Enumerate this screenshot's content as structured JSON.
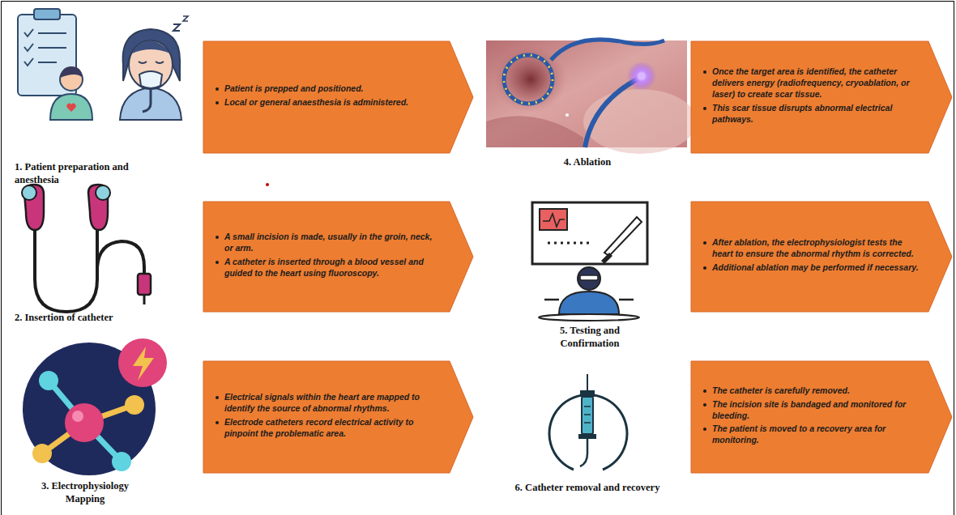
{
  "diagram": {
    "nodes": [
      {
        "text": [
          "Patient is prepped and positioned.",
          "Local or general anaesthesia is administered."
        ]
      },
      {
        "text": [
          "A small incision is made, usually in the groin, neck, or arm.",
          "A catheter is inserted through a blood vessel and guided to the heart using fluoroscopy."
        ]
      },
      {
        "text": [
          "Electrical signals within the heart are mapped to identify the source of abnormal rhythms.",
          "Electrode catheters record electrical activity to pinpoint the problematic area."
        ]
      },
      {
        "text": [
          "Once the target area is identified, the catheter delivers energy (radiofrequency, cryoablation, or laser) to create scar tissue.",
          "This scar tissue disrupts abnormal electrical pathways."
        ]
      },
      {
        "text": [
          "After ablation, the electrophysiologist tests the heart to ensure the abnormal rhythm is corrected.",
          "Additional ablation may be performed if necessary."
        ]
      },
      {
        "text": [
          "The catheter is carefully removed.",
          "The incision site is bandaged and monitored for bleeding.",
          "The patient is moved to a recovery area for monitoring."
        ]
      }
    ],
    "labels": [
      "1. Patient preparation and anesthesia",
      "2. Insertion of catheter",
      "3. Electrophysiology Mapping",
      "4. Ablation",
      "5. Testing and Confirmation",
      "6. Catheter removal and recovery"
    ]
  }
}
